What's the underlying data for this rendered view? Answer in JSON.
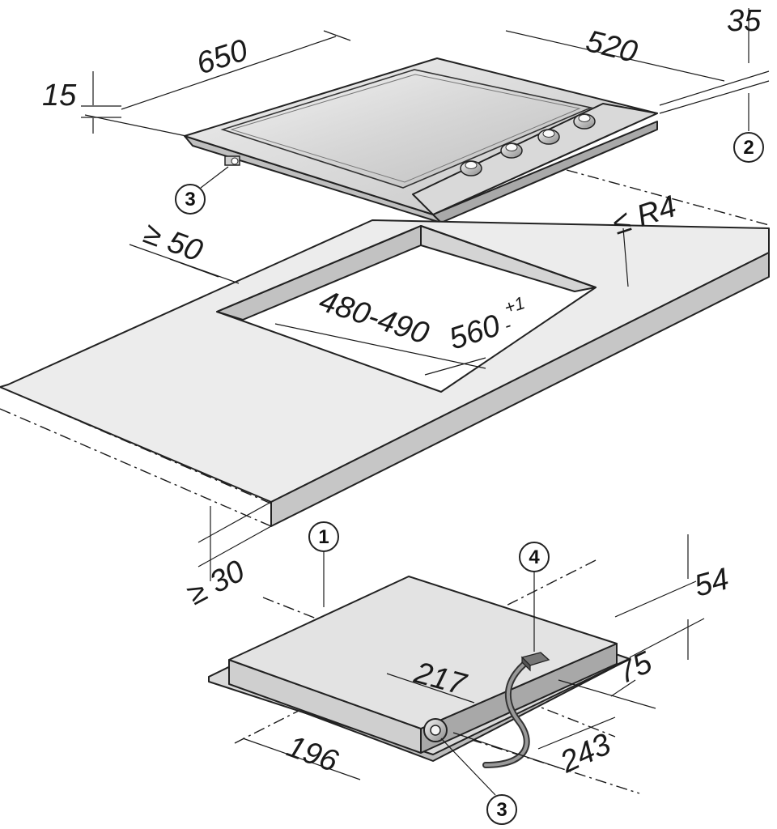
{
  "dimensions": {
    "width_650": "650",
    "depth_520": "520",
    "height_35": "35",
    "rim_15": "15",
    "min_50": "≥ 50",
    "radius": "≤ R4",
    "cutout_depth": "480-490",
    "cutout_width_base": "560",
    "tol_plus": "+1",
    "tol_minus": "-",
    "min_30": "≥ 30",
    "depth_54": "54",
    "d217": "217",
    "d75": "75",
    "d196": "196",
    "d243": "243"
  },
  "callouts": {
    "c1": "1",
    "c2": "2",
    "c3_top": "3",
    "c3_bottom": "3",
    "c4": "4"
  },
  "colors": {
    "surface_light": "#e6e6e6",
    "surface_mid": "#cfcfcf",
    "surface_dark": "#9a9a9a",
    "glass": "#d8d8d8",
    "line": "#1a1a1a"
  }
}
